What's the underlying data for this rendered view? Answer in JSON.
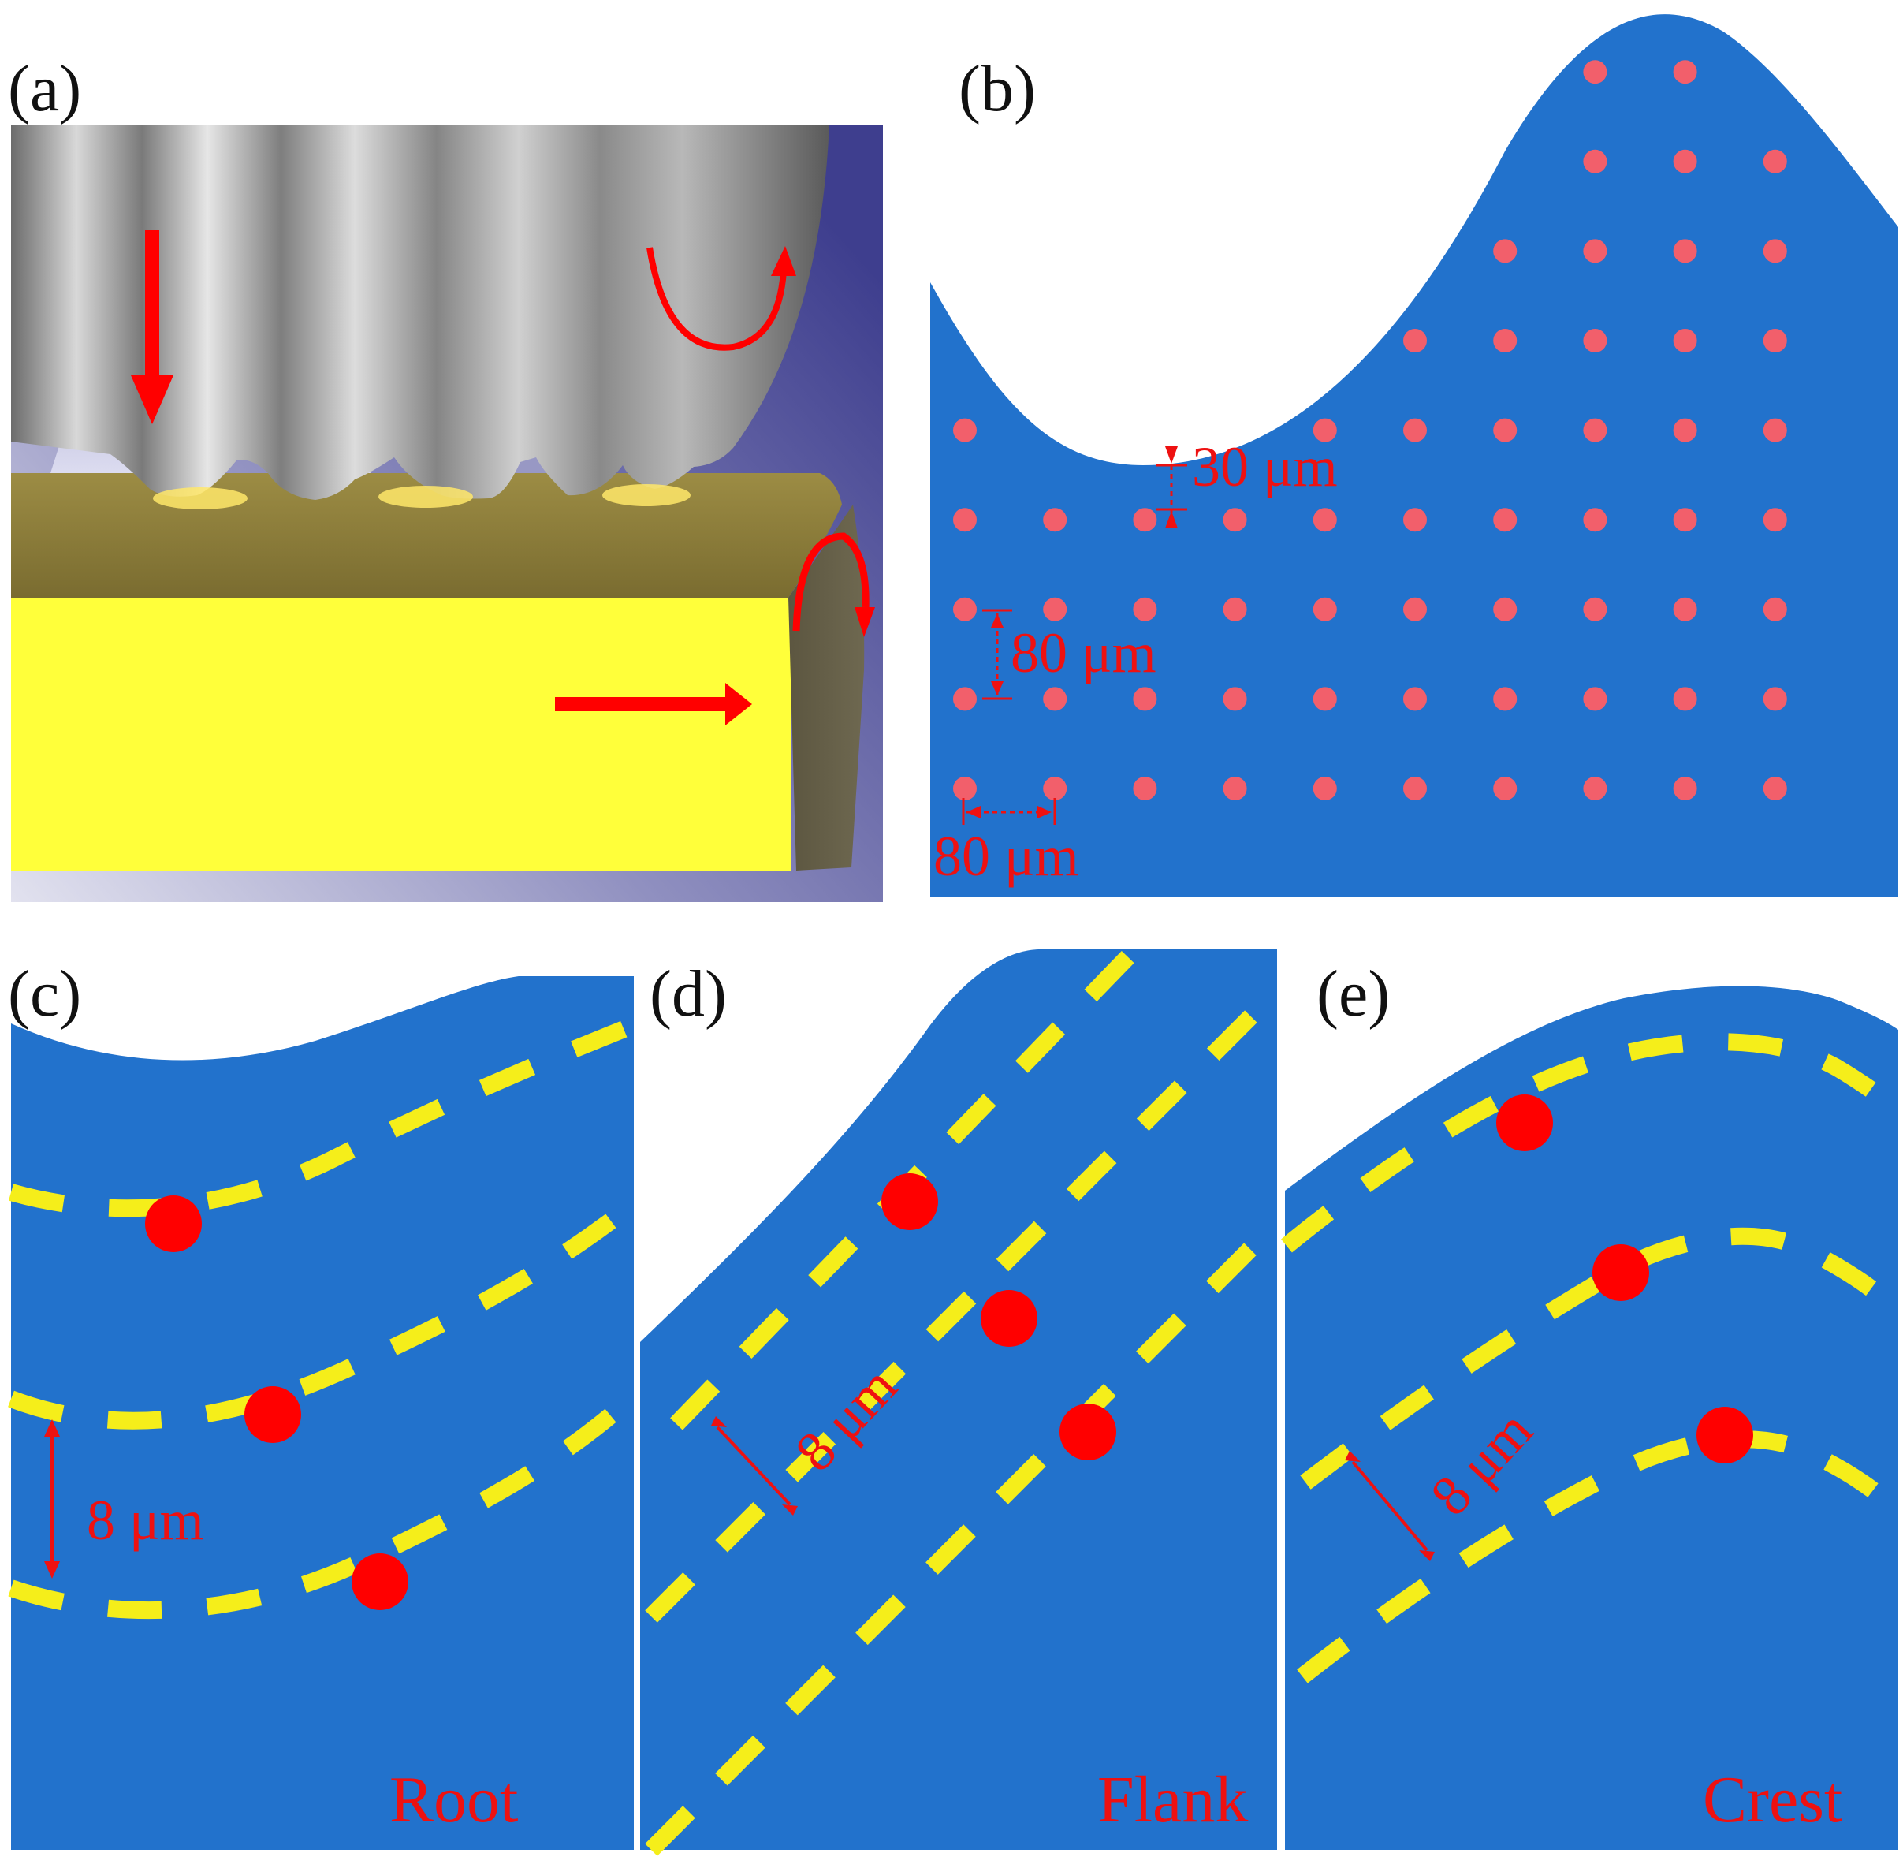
{
  "panels": {
    "a": {
      "label": "(a)"
    },
    "b": {
      "label": "(b)",
      "dim_vertical_depth": "30 μm",
      "dim_row_spacing": "80 μm",
      "dim_col_spacing": "80 μm"
    },
    "c": {
      "label": "(c)",
      "spacing": "8 μm",
      "region": "Root"
    },
    "d": {
      "label": "(d)",
      "spacing": "8 μm",
      "region": "Flank"
    },
    "e": {
      "label": "(e)",
      "spacing": "8 μm",
      "region": "Crest"
    }
  },
  "colors": {
    "profile_blue": "#2272cc",
    "dot_pink": "#f25f6b",
    "marker_red": "#ff0000",
    "dash_yellow": "#f5ee1a",
    "workpiece_yellow": "#ffff3a",
    "tool_gray": "#8c8c8c",
    "background_violet": "#4a4a96"
  },
  "icons": [
    "down-arrow-icon",
    "right-arrow-icon",
    "rotation-arrow-icon"
  ]
}
